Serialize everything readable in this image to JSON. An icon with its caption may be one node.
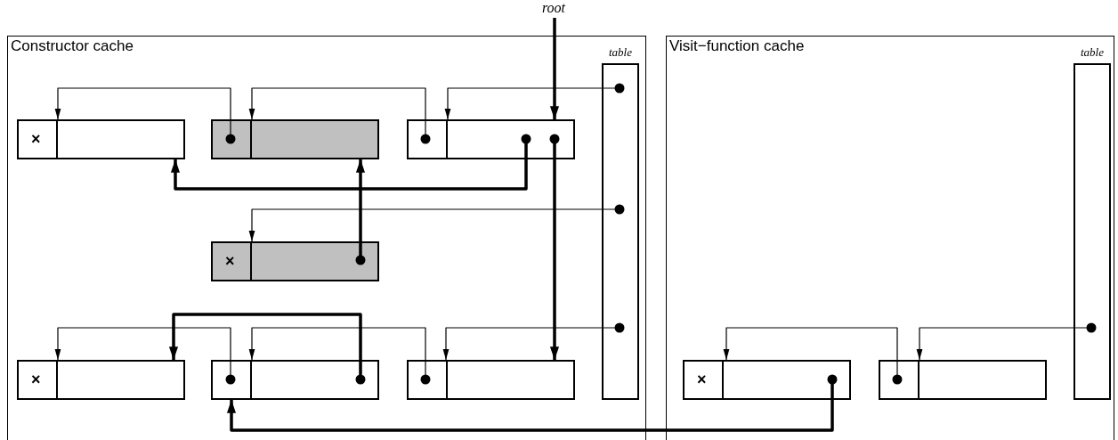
{
  "diagram": {
    "nodes": [
      {
        "text": [
          "Constructor cache"
        ]
      },
      {
        "text": [
          "table"
        ],
        "in": 0
      },
      {
        "text": [
          "×"
        ],
        "in": 0
      },
      {
        "text": [],
        "shape": "box",
        "in": 0
      },
      {
        "text": [],
        "shape": "box",
        "in": 0
      },
      {
        "text": [
          "×"
        ],
        "in": 0
      },
      {
        "text": [
          "×"
        ],
        "in": 0
      },
      {
        "text": [],
        "shape": "box",
        "in": 0
      },
      {
        "text": [],
        "shape": "box",
        "in": 0
      },
      {
        "text": [
          "Visit−function cache"
        ]
      },
      {
        "text": [
          "table"
        ],
        "in": 9
      },
      {
        "text": [
          "×"
        ],
        "in": 9
      },
      {
        "text": [],
        "shape": "box",
        "in": 9
      },
      {
        "text": [
          "root"
        ]
      }
    ],
    "edges": [
      {
        "from": 3,
        "to": 2,
        "arrow": "to"
      },
      {
        "from": 4,
        "to": 3,
        "arrow": "to"
      },
      {
        "from": 1,
        "to": 4,
        "arrow": "to"
      },
      {
        "from": 13,
        "to": 4,
        "arrow": "to",
        "style": "thick"
      },
      {
        "from": 4,
        "to": 2,
        "arrow": "to",
        "style": "thick"
      },
      {
        "from": 4,
        "to": 8,
        "arrow": "to",
        "style": "thick"
      },
      {
        "from": 1,
        "to": 5,
        "arrow": "to"
      },
      {
        "from": 5,
        "to": 3,
        "arrow": "to",
        "style": "thick"
      },
      {
        "from": 1,
        "to": 8,
        "arrow": "to"
      },
      {
        "from": 7,
        "to": 6,
        "arrow": "to"
      },
      {
        "from": 8,
        "to": 7,
        "arrow": "to"
      },
      {
        "from": 7,
        "to": 6,
        "arrow": "to",
        "style": "thick"
      },
      {
        "from": 10,
        "to": 12,
        "arrow": "to"
      },
      {
        "from": 12,
        "to": 11,
        "arrow": "to"
      },
      {
        "from": 11,
        "to": 7,
        "arrow": "to",
        "style": "thick"
      }
    ]
  }
}
